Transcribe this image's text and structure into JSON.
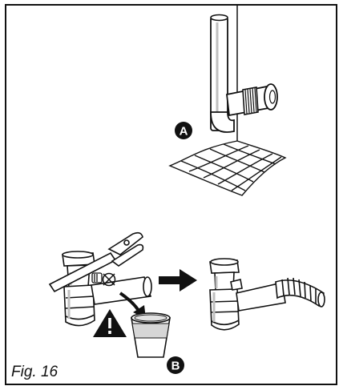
{
  "caption": "Fig. 16",
  "markers": {
    "a": "A",
    "b": "B"
  },
  "colors": {
    "ink": "#111111",
    "pipe_shade": "#bfbfbf",
    "background": "#ffffff"
  },
  "icons": [
    "warning-icon",
    "arrow-right-icon",
    "no-tool-icon"
  ]
}
